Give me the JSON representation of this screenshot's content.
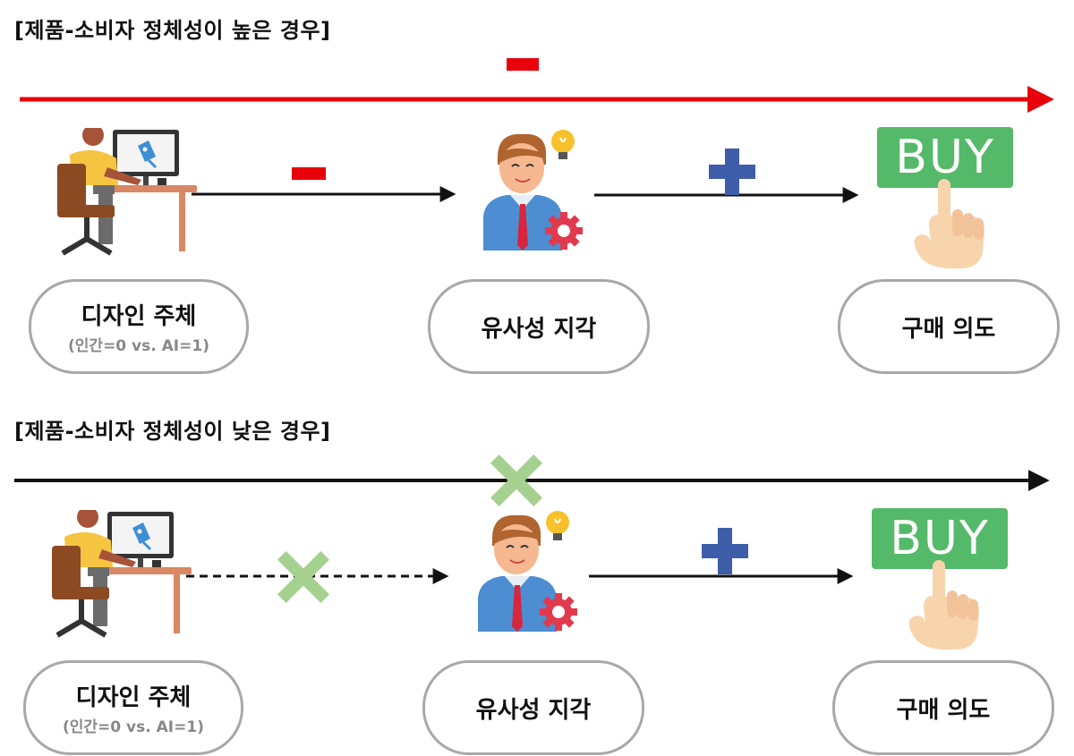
{
  "diagrams": [
    {
      "title": "[제품-소비자 정체성이 높은 경우]",
      "nodes": {
        "design_subject": {
          "label": "디자인 주체",
          "sub": "(인간=0 vs. AI=1)"
        },
        "similarity": {
          "label": "유사성 지각"
        },
        "purchase": {
          "label": "구매 의도"
        }
      },
      "buy_text": "BUY",
      "effects": {
        "direct": "negative",
        "path_a": "negative",
        "path_b": "positive"
      }
    },
    {
      "title": "[제품-소비자 정체성이 낮은 경우]",
      "nodes": {
        "design_subject": {
          "label": "디자인 주체",
          "sub": "(인간=0 vs. AI=1)"
        },
        "similarity": {
          "label": "유사성 지각"
        },
        "purchase": {
          "label": "구매 의도"
        }
      },
      "buy_text": "BUY",
      "effects": {
        "direct": "none",
        "path_a": "none",
        "path_b": "positive"
      }
    }
  ],
  "colors": {
    "negative": "#e8000b",
    "positive": "#3f5ea9",
    "none": "#a6d08f",
    "buy_badge": "#55b96a"
  },
  "icons": [
    "designer-at-desk-icon",
    "businessman-idea-icon",
    "buy-hand-icon",
    "minus-icon",
    "plus-icon",
    "cross-icon"
  ]
}
